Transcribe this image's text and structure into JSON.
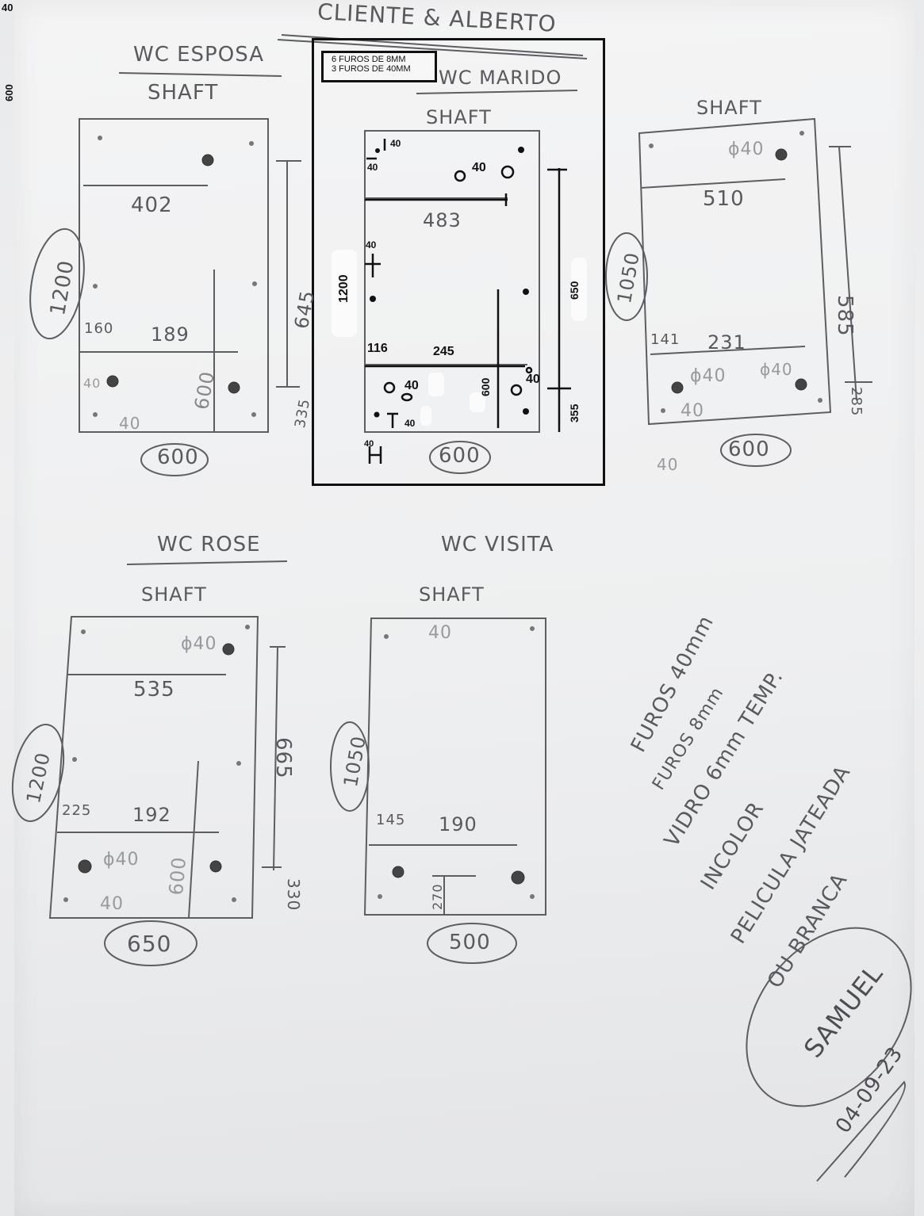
{
  "corner": {
    "top": "40",
    "side": "600"
  },
  "header": {
    "title": "CLIENTE & ALBERTO"
  },
  "legend": {
    "line1": "6 FUROS DE 8MM",
    "line2": "3 FUROS DE 40MM"
  },
  "panels": {
    "esposa": {
      "name": "WC ESPOSA",
      "label": "SHAFT",
      "d1": "402",
      "d2": "1200",
      "d3": "160",
      "d4": "189",
      "d5": "645",
      "d6": "600",
      "d7": "40",
      "d8": "40",
      "d9": "335",
      "width": "600"
    },
    "marido": {
      "name": "WC MARIDO",
      "label": "SHAFT",
      "d483": "483",
      "width": "600"
    },
    "three": {
      "label": "SHAFT",
      "d1": "ϕ40",
      "d2": "510",
      "d3": "1050",
      "d4": "585",
      "d5": "141",
      "d6": "231",
      "d7": "ϕ40",
      "d8": "ϕ40",
      "d9": "40",
      "d10": "285",
      "d11": "40",
      "width": "600"
    },
    "rose": {
      "name": "WC ROSE",
      "label": "SHAFT",
      "d1": "ϕ40",
      "d2": "535",
      "d3": "1200",
      "d4": "665",
      "d5": "225",
      "d6": "192",
      "d7": "ϕ40",
      "d8": "600",
      "d9": "40",
      "d10": "330",
      "width": "650"
    },
    "visita": {
      "name": "WC VISITA",
      "label": "SHAFT",
      "d1": "40",
      "d2": "1050",
      "d3": "145",
      "d4": "190",
      "d5": "270",
      "width": "500"
    }
  },
  "overlay": {
    "d40a": "40",
    "d40b": "40",
    "d40c": "40",
    "d40d": "40",
    "d40e": "40",
    "d40f": "40",
    "d40g": "40",
    "d40h": "40",
    "d1200": "1200",
    "d650": "650",
    "d116": "116",
    "d245": "245",
    "d600": "600",
    "d355": "355"
  },
  "notes": {
    "n1": "FUROS 40mm",
    "n2": "FUROS 8mm",
    "n3": "VIDRO 6mm TEMP.",
    "n4": "INCOLOR",
    "n5": "PELICULA JATEADA",
    "n6": "OU BRANCA",
    "signature": "SAMUEL",
    "date": "04-09-23"
  }
}
